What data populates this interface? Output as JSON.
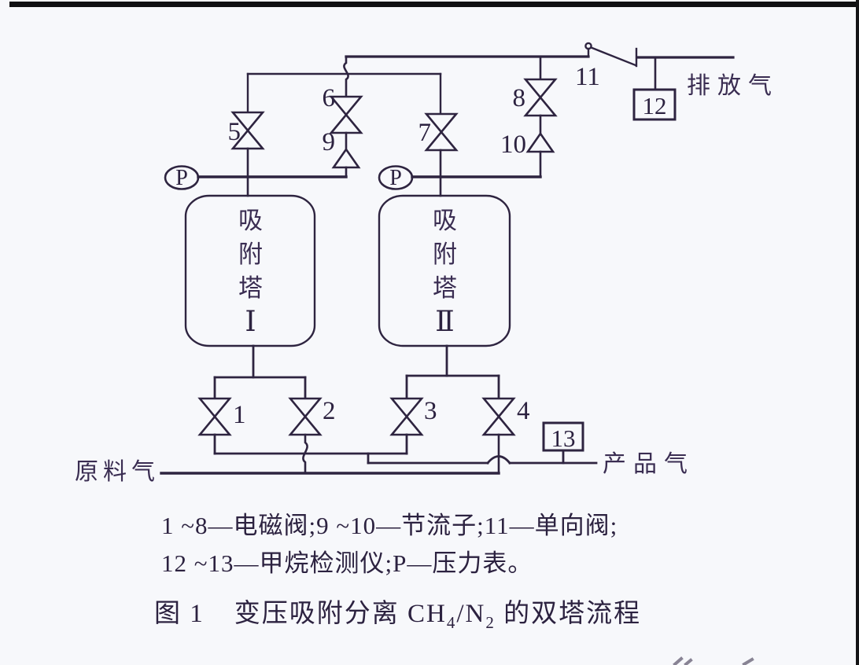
{
  "colors": {
    "line": "#2e2440",
    "text": "#3a2d52",
    "scan_bar": "#101012",
    "background": "#f7f8fb"
  },
  "figure": {
    "towers": [
      {
        "name": "吸附塔",
        "numeral": "Ⅰ"
      },
      {
        "name": "吸附塔",
        "numeral": "Ⅱ"
      }
    ],
    "valve_labels": {
      "v1": "1",
      "v2": "2",
      "v3": "3",
      "v4": "4",
      "v5": "5",
      "v6": "6",
      "v7": "7",
      "v8": "8",
      "v9": "9",
      "v10": "10",
      "v11": "11"
    },
    "detectors": {
      "d12": "12",
      "d13": "13"
    },
    "gauges": {
      "p1": "P",
      "p2": "P"
    },
    "streams": {
      "exhaust": "排放气",
      "feed": "原料气",
      "product": "产品气"
    }
  },
  "legend": {
    "line1": "1 ~8—电磁阀;9 ~10—节流子;11—单向阀;",
    "line2": "12 ~13—甲烷检测仪;P—压力表。"
  },
  "caption": {
    "fig_no": "图 1",
    "text_pre": "变压吸附分离 CH",
    "sub1": "4",
    "text_mid": "/N",
    "sub2": "2",
    "text_post": " 的双塔流程"
  }
}
